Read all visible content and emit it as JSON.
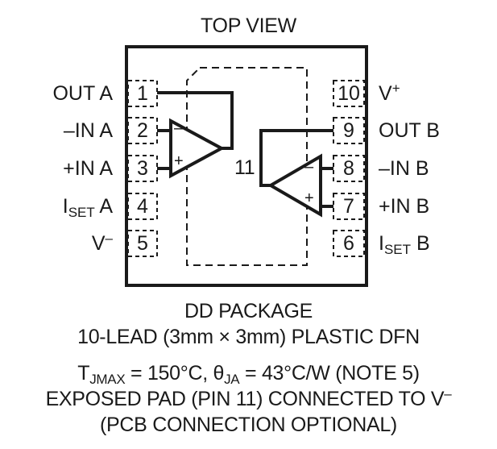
{
  "title": "TOP VIEW",
  "exposed_pad_number": "11",
  "left_pins": [
    {
      "num": "1",
      "label_main": "OUT A",
      "label_sub": "",
      "label_tail": ""
    },
    {
      "num": "2",
      "label_main": "–IN A",
      "label_sub": "",
      "label_tail": ""
    },
    {
      "num": "3",
      "label_main": "+IN A",
      "label_sub": "",
      "label_tail": ""
    },
    {
      "num": "4",
      "label_main": "I",
      "label_sub": "SET",
      "label_tail": " A"
    },
    {
      "num": "5",
      "label_main": "V",
      "label_sup": "–",
      "label_tail": ""
    }
  ],
  "right_pins": [
    {
      "num": "10",
      "label_main": "V",
      "label_sup": "+",
      "label_tail": ""
    },
    {
      "num": "9",
      "label_main": "OUT B",
      "label_sub": "",
      "label_tail": ""
    },
    {
      "num": "8",
      "label_main": "–IN B",
      "label_sub": "",
      "label_tail": ""
    },
    {
      "num": "7",
      "label_main": "+IN B",
      "label_sub": "",
      "label_tail": ""
    },
    {
      "num": "6",
      "label_main": "I",
      "label_sub": "SET",
      "label_tail": " B"
    }
  ],
  "amp_symbols": {
    "minus": "–",
    "plus": "+"
  },
  "caption": {
    "line1": "DD PACKAGE",
    "line2": "10-LEAD (3mm × 3mm) PLASTIC DFN",
    "line3_t": "T",
    "line3_t_sub": "JMAX",
    "line3_mid": " = 150°C, θ",
    "line3_theta_sub": "JA",
    "line3_tail": " = 43°C/W (NOTE 5)",
    "line4": "EXPOSED PAD (PIN 11) CONNECTED TO V",
    "line4_sup": "–",
    "line5": "(PCB CONNECTION OPTIONAL)"
  },
  "colors": {
    "ink": "#1a1a1a",
    "background": "#ffffff"
  }
}
